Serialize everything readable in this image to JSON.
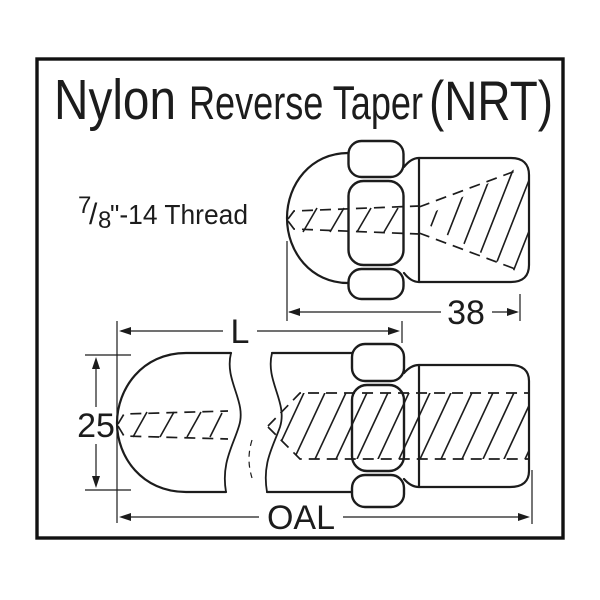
{
  "title": {
    "word1": "Nylon",
    "word2": "Reverse Taper",
    "word3": "(NRT)"
  },
  "thread": {
    "numerator": "7",
    "slash": "/",
    "denominator": "8",
    "suffix": "\"-14 Thread"
  },
  "dims": {
    "top_view_overall": "38",
    "length_symbol": "L",
    "diameter": "25",
    "overall_length": "OAL"
  },
  "colors": {
    "ink": "#1c1c1c",
    "background": "#ffffff"
  }
}
